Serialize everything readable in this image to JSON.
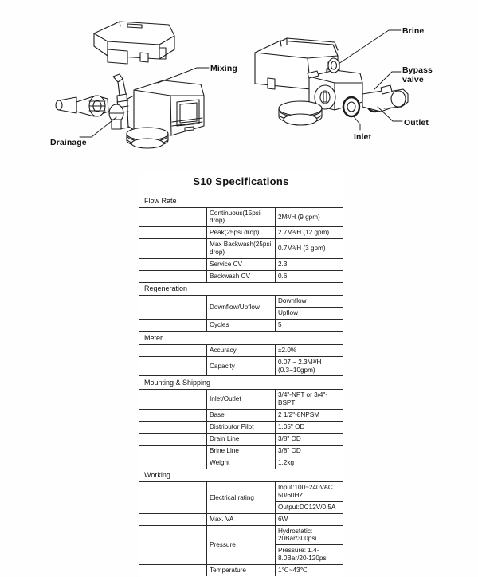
{
  "illustration": {
    "callouts": [
      {
        "id": "mixing",
        "label": "Mixing"
      },
      {
        "id": "drainage",
        "label": "Drainage"
      },
      {
        "id": "brine",
        "label": "Brine"
      },
      {
        "id": "bypass",
        "label": "Bypass\nvalve"
      },
      {
        "id": "outlet",
        "label": "Outlet"
      },
      {
        "id": "inlet",
        "label": "Inlet"
      }
    ]
  },
  "spec_table": {
    "title": "S10  Specifications",
    "sections": [
      {
        "name": "Flow Rate",
        "rows": [
          {
            "label": "Continuous(15psi drop)",
            "values": [
              "2M³/H   (9 gpm)"
            ]
          },
          {
            "label": "Peak(25psi drop)",
            "values": [
              "2.7M³/H (12 gpm)"
            ]
          },
          {
            "label": "Max Backwash(25psi drop)",
            "values": [
              "0.7M³/H (3 gpm)"
            ]
          },
          {
            "label": "Service CV",
            "values": [
              "2.3"
            ]
          },
          {
            "label": "Backwash CV",
            "values": [
              "0.6"
            ]
          }
        ]
      },
      {
        "name": "Regeneration",
        "rows": [
          {
            "label": "Downflow/Upflow",
            "values": [
              "Downflow",
              "Upflow"
            ]
          },
          {
            "label": "Cycles",
            "values": [
              "5"
            ]
          }
        ]
      },
      {
        "name": "Meter",
        "rows": [
          {
            "label": "Accuracy",
            "values": [
              "±2.0%"
            ]
          },
          {
            "label": "Capacity",
            "values": [
              "0.07 − 2.3M³/H (0.3−10gpm)"
            ]
          }
        ]
      },
      {
        "name": "Mounting & Shipping",
        "rows": [
          {
            "label": "Inlet/Outlet",
            "values": [
              "3/4\"-NPT or 3/4\"-BSPT"
            ]
          },
          {
            "label": "Base",
            "values": [
              "2 1/2\"-8NPSM"
            ]
          },
          {
            "label": "Distributor Pilot",
            "values": [
              "1.05\" OD"
            ]
          },
          {
            "label": "Drain Line",
            "values": [
              "3/8\" OD"
            ]
          },
          {
            "label": "Brine Line",
            "values": [
              "3/8\" OD"
            ]
          },
          {
            "label": "Weight",
            "values": [
              "1.2kg"
            ]
          }
        ]
      },
      {
        "name": "Working",
        "rows": [
          {
            "label": "Electrical rating",
            "values": [
              "Input:100~240VAC 50/60HZ",
              "Output:DC12V/0.5A"
            ]
          },
          {
            "label": "Max.  VA",
            "values": [
              "6W"
            ]
          },
          {
            "label": "Pressure",
            "values": [
              "Hydrostatic: 20Bar/300psi",
              "Pressure: 1.4-8.0Bar/20-120psi"
            ]
          },
          {
            "label": "Temperature",
            "values": [
              "1℃~43℃"
            ]
          }
        ]
      }
    ]
  }
}
